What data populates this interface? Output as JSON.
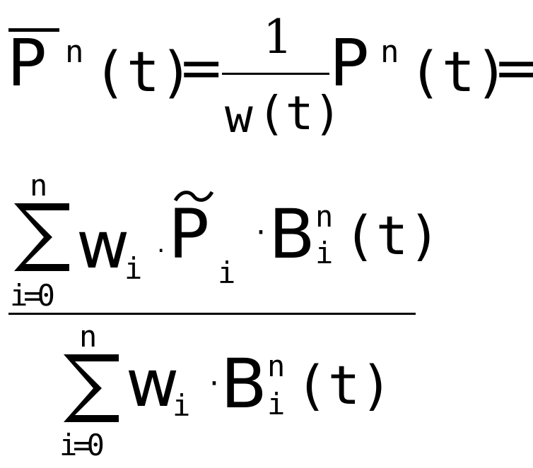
{
  "equation": {
    "top_line": {
      "P_bar": "P",
      "sup_n": "n",
      "arg_t": "(t)",
      "equals1": "=",
      "frac_num": "1",
      "frac_den_w": "w",
      "frac_den_t": "(t)",
      "P": "P",
      "sup_n2": "n",
      "arg_t2": "(t)",
      "equals2": "="
    },
    "numerator": {
      "sum_upper": "n",
      "sum_lower": "i=0",
      "w": "w",
      "w_sub": "i",
      "dot1": "·",
      "P_tilde": "P",
      "P_sub": "i",
      "dot2": "·",
      "B": "B",
      "B_sup": "n",
      "B_sub": "i",
      "B_arg": "(t)"
    },
    "denominator": {
      "sum_upper": "n",
      "sum_lower": "i=0",
      "w": "w",
      "w_sub": "i",
      "dot": "·",
      "B": "B",
      "B_sup": "n",
      "B_sub": "i",
      "B_arg": "(t)"
    }
  }
}
